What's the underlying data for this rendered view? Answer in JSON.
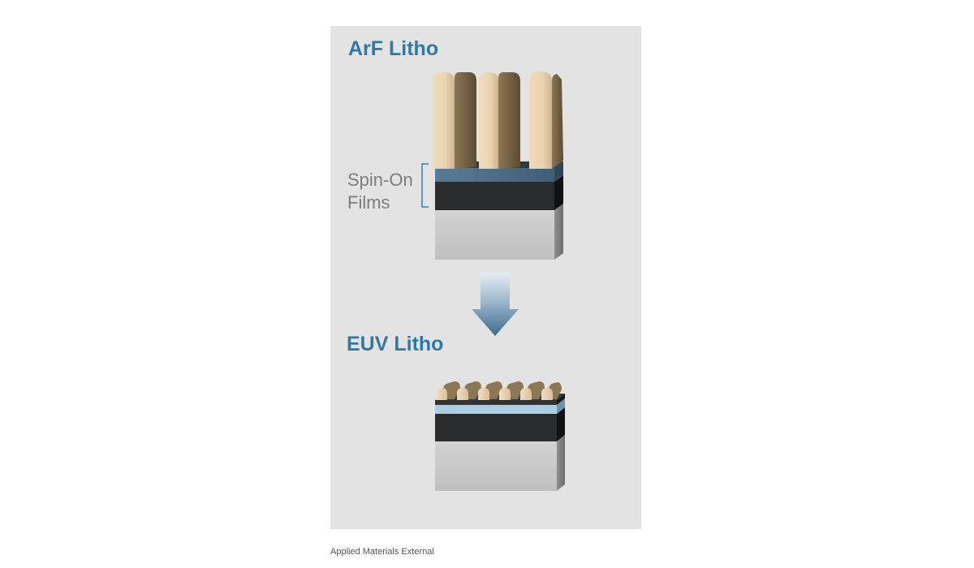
{
  "diagram": {
    "top_title": "ArF Litho",
    "spin_on_label_line1": "Spin-On",
    "spin_on_label_line2": "Films",
    "bottom_title": "EUV Litho"
  },
  "footer": {
    "text": "Applied Materials External"
  },
  "colors": {
    "title": "#2f79a6",
    "label": "#7d7d7d",
    "panel": "#e3e3e3",
    "resist": "#ecd7b8",
    "blue_film": "#4e6f8c",
    "euv_blue_film": "#a9cde3",
    "dark_film": "#2a2b2d",
    "substrate": "#c9c9c9"
  }
}
